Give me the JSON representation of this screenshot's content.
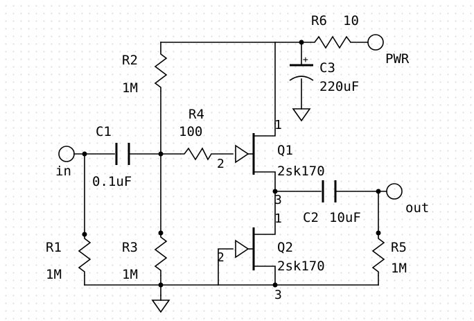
{
  "components": {
    "r1": {
      "ref": "R1",
      "value": "1M"
    },
    "r2": {
      "ref": "R2",
      "value": "1M"
    },
    "r3": {
      "ref": "R3",
      "value": "1M"
    },
    "r4": {
      "ref": "R4",
      "value": "100"
    },
    "r5": {
      "ref": "R5",
      "value": "1M"
    },
    "r6": {
      "ref": "R6",
      "value": "10"
    },
    "c1": {
      "ref": "C1",
      "value": "0.1uF"
    },
    "c2": {
      "ref": "C2",
      "value": "10uF"
    },
    "c3": {
      "ref": "C3",
      "value": "220uF",
      "polarity": "+"
    },
    "q1": {
      "ref": "Q1",
      "value": "2sk170",
      "pins": {
        "drain": "1",
        "gate": "2",
        "source": "3"
      }
    },
    "q2": {
      "ref": "Q2",
      "value": "2sk170",
      "pins": {
        "drain": "1",
        "gate": "2",
        "source": "3"
      }
    }
  },
  "ports": {
    "input": "in",
    "output": "out",
    "power": "PWR"
  }
}
